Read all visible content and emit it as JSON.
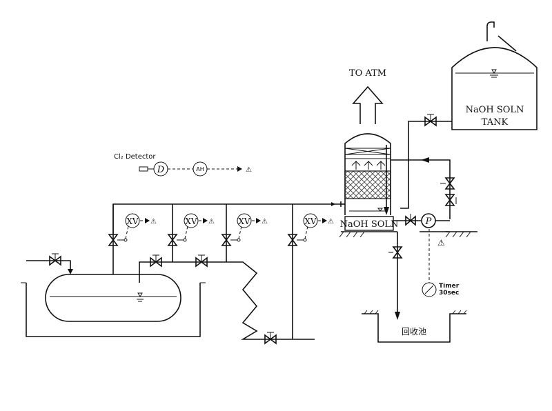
{
  "labels": {
    "to_atm": "TO ATM",
    "naoh_tank_line1": "NaOH SOLN",
    "naoh_tank_line2": "TANK",
    "scrubber_sump": "NaOH SOLN",
    "cl2_detector": "Cl₂ Detector",
    "detector_symbol": "D",
    "alarm_high": "AH",
    "pump_symbol": "P",
    "timer_line1": "Timer",
    "timer_line2": "30sec",
    "recovery_pit": "回收池"
  },
  "xv_valves": [
    "XV",
    "XV",
    "XV",
    "XV"
  ],
  "alarm_symbol": "⚠",
  "colors": {
    "line": "#111111",
    "background": "#ffffff",
    "packing": "#555555"
  }
}
